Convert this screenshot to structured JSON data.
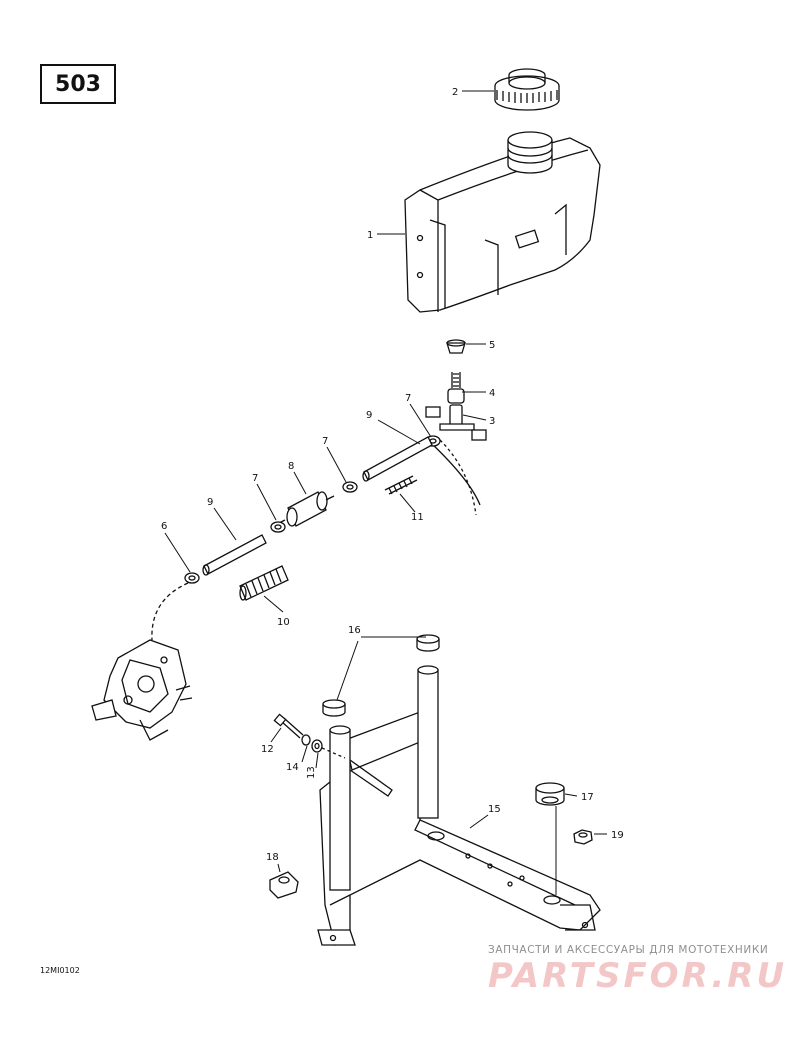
{
  "page_number": "503",
  "drawing_code": "12MI0102",
  "watermark": {
    "text": "ЗАПЧАСТИ И АКСЕССУАРЫ ДЛЯ МОТОТЕХНИКИ",
    "brand": "PARTSFOR.RU"
  },
  "callouts": {
    "c1": "1",
    "c2": "2",
    "c3": "3",
    "c4": "4",
    "c5": "5",
    "c6": "6",
    "c7a": "7",
    "c7b": "7",
    "c7c": "7",
    "c8": "8",
    "c9a": "9",
    "c9b": "9",
    "c10": "10",
    "c11": "11",
    "c12": "12",
    "c13": "13",
    "c14": "14",
    "c15": "15",
    "c16": "16",
    "c17": "17",
    "c18": "18",
    "c19": "19"
  }
}
